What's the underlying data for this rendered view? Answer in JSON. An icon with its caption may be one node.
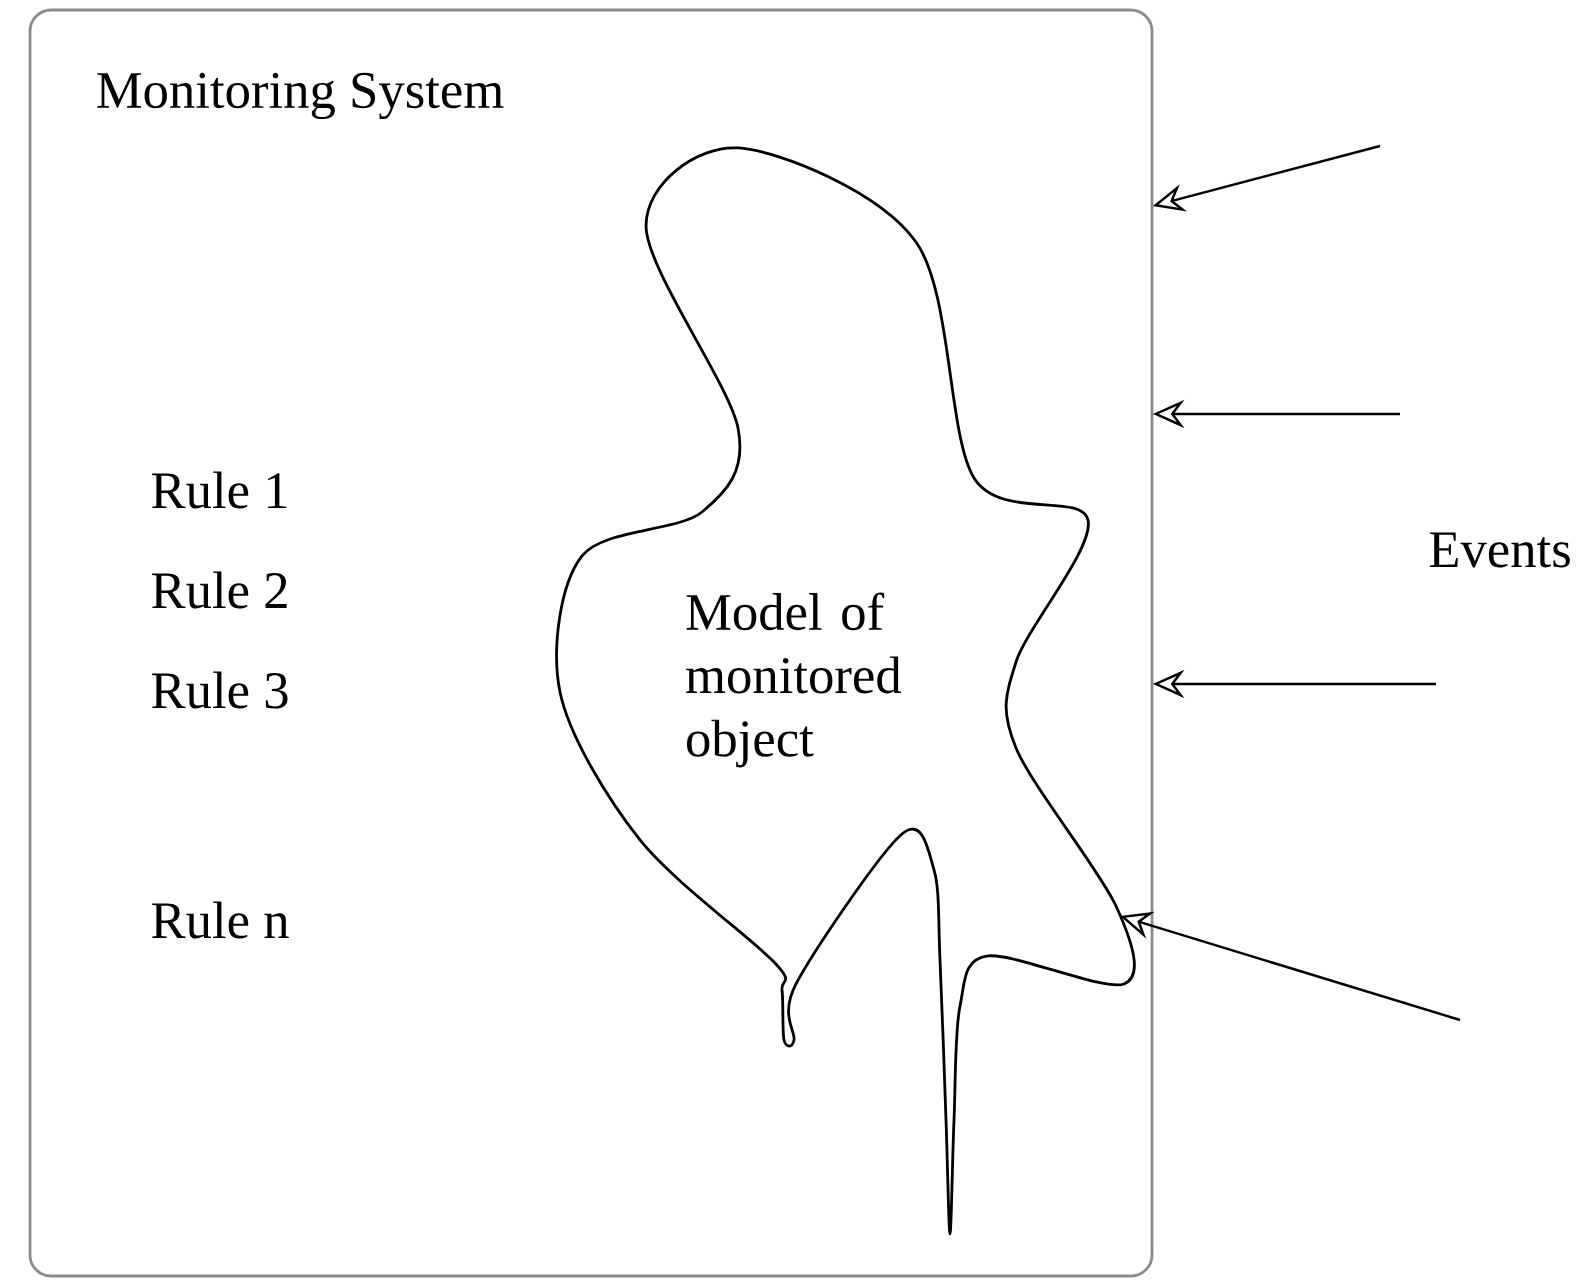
{
  "diagram": {
    "nodes": [
      {
        "text": [
          "Monitoring System",
          "Rule 1",
          "Rule 2",
          "Rule 3",
          "Rule n"
        ]
      },
      {
        "text": [
          "Model of monitored object"
        ],
        "in": 0
      }
    ],
    "edges": [
      {
        "from": null,
        "to": 0,
        "arrow": "to"
      },
      {
        "from": null,
        "to": 0,
        "arrow": "to"
      },
      {
        "from": null,
        "to": 0,
        "arrow": "to"
      },
      {
        "from": null,
        "to": 1,
        "arrow": "to"
      }
    ],
    "labels": [
      "Events"
    ]
  }
}
